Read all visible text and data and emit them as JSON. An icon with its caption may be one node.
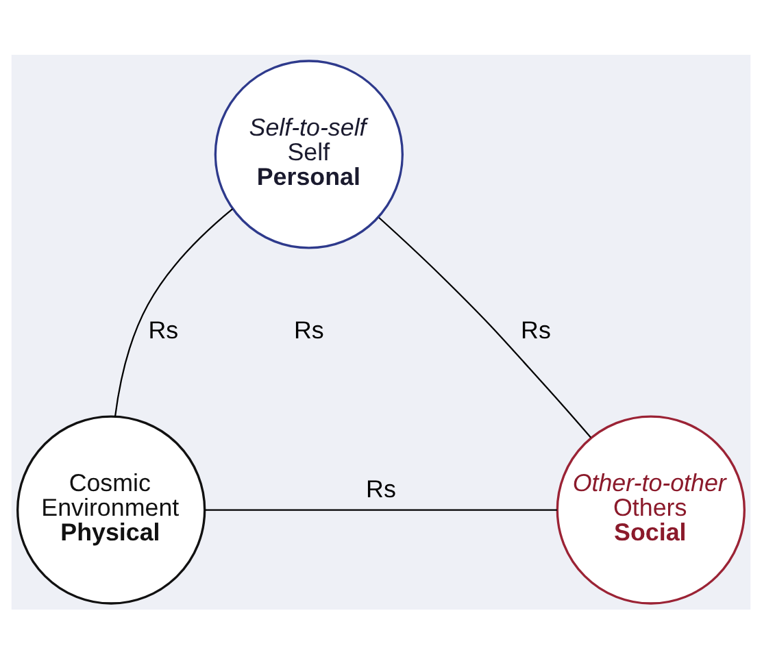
{
  "diagram": {
    "nodes": [
      {
        "text": [
          "Self-to-self",
          "Self",
          "Personal"
        ]
      },
      {
        "text": [
          "Cosmic",
          "Environment",
          "Physical"
        ]
      },
      {
        "text": [
          "Other-to-other",
          "Others",
          "Social"
        ]
      }
    ],
    "edges": [
      {
        "from": 0,
        "to": 1,
        "arrow": "none",
        "label": "Rs"
      },
      {
        "from": 0,
        "to": 2,
        "arrow": "none",
        "label": "Rs"
      },
      {
        "from": 1,
        "to": 2,
        "arrow": "none",
        "label": "Rs"
      }
    ],
    "labels": [
      "Rs"
    ]
  }
}
